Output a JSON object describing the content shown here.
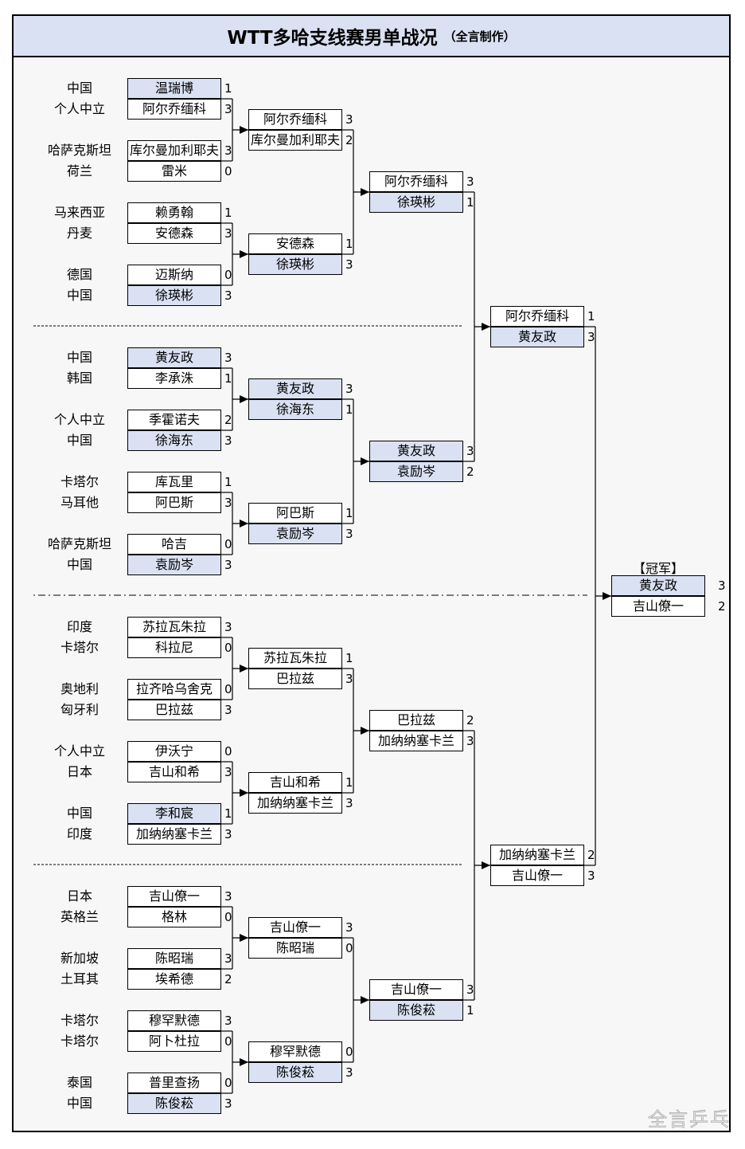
{
  "header": {
    "title": "WTT多哈支线赛男单战况",
    "subtitle": "（全言制作）"
  },
  "champion_label": "【冠军】",
  "watermark": "全言乒乓",
  "colors": {
    "highlight": "#d9e1f2",
    "frame": "#000000"
  },
  "round1": [
    {
      "a": {
        "country": "中国",
        "name": "温瑞博",
        "score": "1",
        "hl": true
      },
      "b": {
        "country": "个人中立",
        "name": "阿尔乔缅科",
        "score": "3",
        "hl": false
      }
    },
    {
      "a": {
        "country": "哈萨克斯坦",
        "name": "库尔曼加利耶夫",
        "score": "3",
        "hl": false
      },
      "b": {
        "country": "荷兰",
        "name": "雷米",
        "score": "0",
        "hl": false
      }
    },
    {
      "a": {
        "country": "马来西亚",
        "name": "赖勇翰",
        "score": "1",
        "hl": false
      },
      "b": {
        "country": "丹麦",
        "name": "安德森",
        "score": "3",
        "hl": false
      }
    },
    {
      "a": {
        "country": "德国",
        "name": "迈斯纳",
        "score": "0",
        "hl": false
      },
      "b": {
        "country": "中国",
        "name": "徐瑛彬",
        "score": "3",
        "hl": true
      }
    },
    {
      "a": {
        "country": "中国",
        "name": "黄友政",
        "score": "3",
        "hl": true
      },
      "b": {
        "country": "韩国",
        "name": "李承洙",
        "score": "1",
        "hl": false
      }
    },
    {
      "a": {
        "country": "个人中立",
        "name": "季霍诺夫",
        "score": "2",
        "hl": false
      },
      "b": {
        "country": "中国",
        "name": "徐海东",
        "score": "3",
        "hl": true
      }
    },
    {
      "a": {
        "country": "卡塔尔",
        "name": "库瓦里",
        "score": "1",
        "hl": false
      },
      "b": {
        "country": "马耳他",
        "name": "阿巴斯",
        "score": "3",
        "hl": false
      }
    },
    {
      "a": {
        "country": "哈萨克斯坦",
        "name": "哈吉",
        "score": "0",
        "hl": false
      },
      "b": {
        "country": "中国",
        "name": "袁励岑",
        "score": "3",
        "hl": true
      }
    },
    {
      "a": {
        "country": "印度",
        "name": "苏拉瓦朱拉",
        "score": "3",
        "hl": false
      },
      "b": {
        "country": "卡塔尔",
        "name": "科拉尼",
        "score": "0",
        "hl": false
      }
    },
    {
      "a": {
        "country": "奥地利",
        "name": "拉齐哈乌舍克",
        "score": "0",
        "hl": false
      },
      "b": {
        "country": "匈牙利",
        "name": "巴拉兹",
        "score": "3",
        "hl": false
      }
    },
    {
      "a": {
        "country": "个人中立",
        "name": "伊沃宁",
        "score": "0",
        "hl": false
      },
      "b": {
        "country": "日本",
        "name": "吉山和希",
        "score": "3",
        "hl": false
      }
    },
    {
      "a": {
        "country": "中国",
        "name": "李和宸",
        "score": "1",
        "hl": true
      },
      "b": {
        "country": "印度",
        "name": "加纳纳塞卡兰",
        "score": "3",
        "hl": false
      }
    },
    {
      "a": {
        "country": "日本",
        "name": "吉山僚一",
        "score": "3",
        "hl": false
      },
      "b": {
        "country": "英格兰",
        "name": "格林",
        "score": "0",
        "hl": false
      }
    },
    {
      "a": {
        "country": "新加坡",
        "name": "陈昭瑞",
        "score": "3",
        "hl": false
      },
      "b": {
        "country": "土耳其",
        "name": "埃希德",
        "score": "2",
        "hl": false
      }
    },
    {
      "a": {
        "country": "卡塔尔",
        "name": "穆罕默德",
        "score": "3",
        "hl": false
      },
      "b": {
        "country": "卡塔尔",
        "name": "阿卜杜拉",
        "score": "0",
        "hl": false
      }
    },
    {
      "a": {
        "country": "泰国",
        "name": "普里查扬",
        "score": "0",
        "hl": false
      },
      "b": {
        "country": "中国",
        "name": "陈俊菘",
        "score": "3",
        "hl": true
      }
    }
  ],
  "round2": [
    {
      "a": {
        "name": "阿尔乔缅科",
        "score": "3",
        "hl": false
      },
      "b": {
        "name": "库尔曼加利耶夫",
        "score": "2",
        "hl": false
      }
    },
    {
      "a": {
        "name": "安德森",
        "score": "1",
        "hl": false
      },
      "b": {
        "name": "徐瑛彬",
        "score": "3",
        "hl": true
      }
    },
    {
      "a": {
        "name": "黄友政",
        "score": "3",
        "hl": true
      },
      "b": {
        "name": "徐海东",
        "score": "1",
        "hl": true
      }
    },
    {
      "a": {
        "name": "阿巴斯",
        "score": "1",
        "hl": false
      },
      "b": {
        "name": "袁励岑",
        "score": "3",
        "hl": true
      }
    },
    {
      "a": {
        "name": "苏拉瓦朱拉",
        "score": "1",
        "hl": false
      },
      "b": {
        "name": "巴拉兹",
        "score": "3",
        "hl": false
      }
    },
    {
      "a": {
        "name": "吉山和希",
        "score": "1",
        "hl": false
      },
      "b": {
        "name": "加纳纳塞卡兰",
        "score": "3",
        "hl": false
      }
    },
    {
      "a": {
        "name": "吉山僚一",
        "score": "3",
        "hl": false
      },
      "b": {
        "name": "陈昭瑞",
        "score": "0",
        "hl": false
      }
    },
    {
      "a": {
        "name": "穆罕默德",
        "score": "0",
        "hl": false
      },
      "b": {
        "name": "陈俊菘",
        "score": "3",
        "hl": true
      }
    }
  ],
  "round3": [
    {
      "a": {
        "name": "阿尔乔缅科",
        "score": "3",
        "hl": false
      },
      "b": {
        "name": "徐瑛彬",
        "score": "1",
        "hl": true
      }
    },
    {
      "a": {
        "name": "黄友政",
        "score": "3",
        "hl": true
      },
      "b": {
        "name": "袁励岑",
        "score": "2",
        "hl": true
      }
    },
    {
      "a": {
        "name": "巴拉兹",
        "score": "2",
        "hl": false
      },
      "b": {
        "name": "加纳纳塞卡兰",
        "score": "3",
        "hl": false
      }
    },
    {
      "a": {
        "name": "吉山僚一",
        "score": "3",
        "hl": false
      },
      "b": {
        "name": "陈俊菘",
        "score": "1",
        "hl": true
      }
    }
  ],
  "round4": [
    {
      "a": {
        "name": "阿尔乔缅科",
        "score": "1",
        "hl": false
      },
      "b": {
        "name": "黄友政",
        "score": "3",
        "hl": true
      }
    },
    {
      "a": {
        "name": "加纳纳塞卡兰",
        "score": "2",
        "hl": false
      },
      "b": {
        "name": "吉山僚一",
        "score": "3",
        "hl": false
      }
    }
  ],
  "final": [
    {
      "a": {
        "name": "黄友政",
        "score": "3",
        "hl": true
      },
      "b": {
        "name": "吉山僚一",
        "score": "2",
        "hl": false
      }
    }
  ]
}
